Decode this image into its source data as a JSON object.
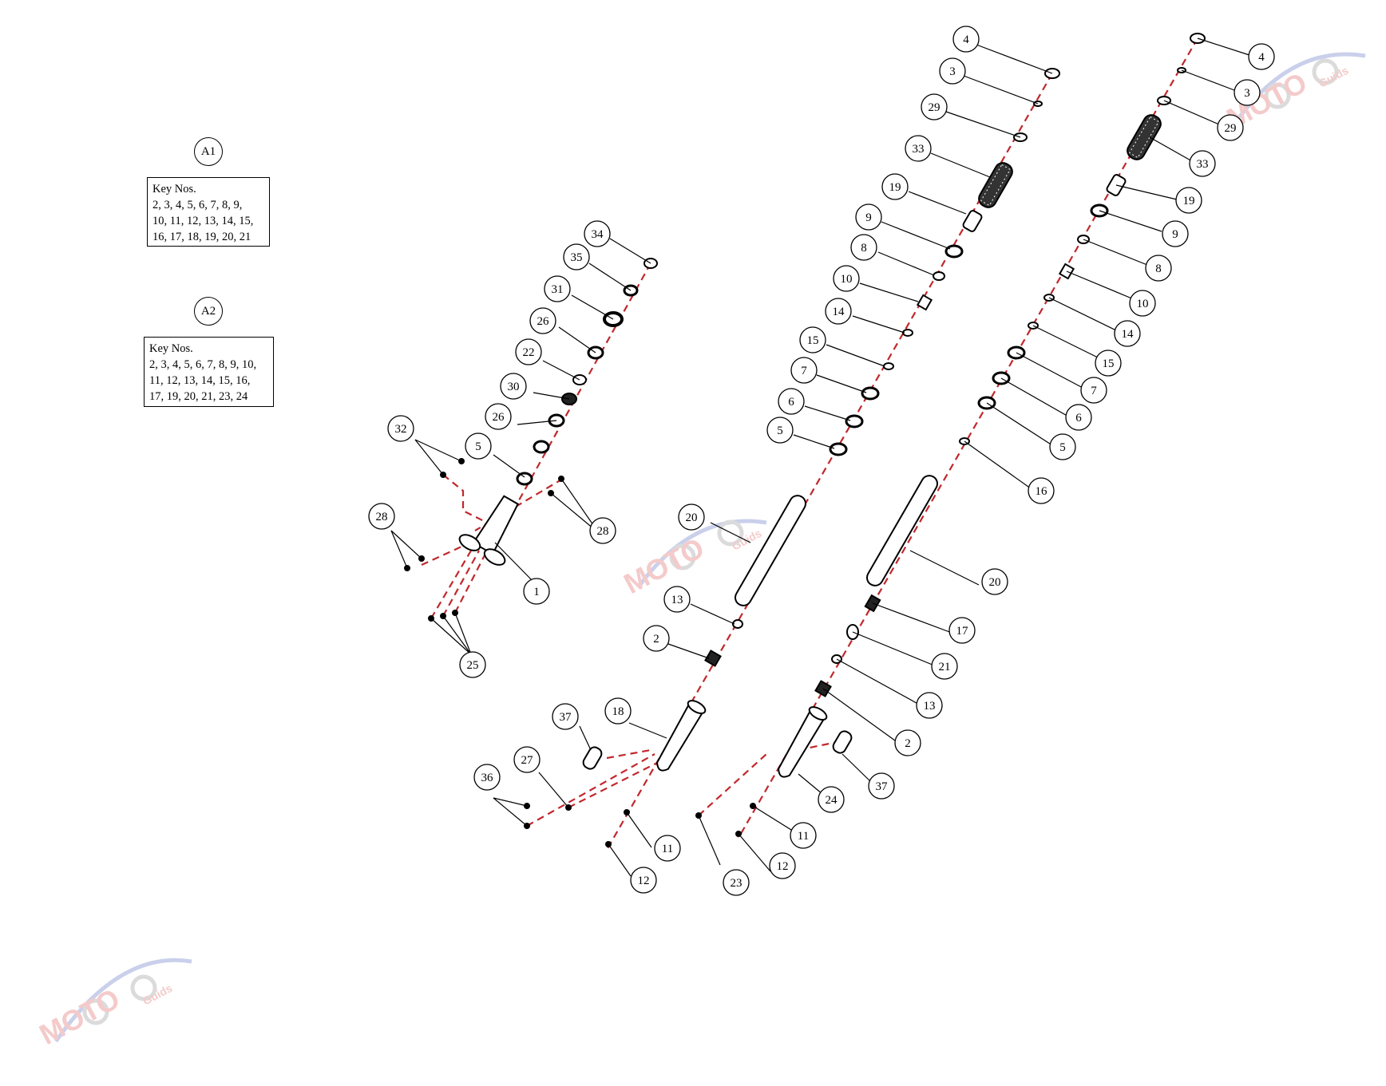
{
  "groups": [
    {
      "id": "A1",
      "label": "A1",
      "key_lines": [
        "Key Nos.",
        "2, 3, 4, 5, 6, 7, 8, 9,",
        "10, 11, 12, 13, 14, 15,",
        "16, 17, 18, 19, 20, 21"
      ]
    },
    {
      "id": "A2",
      "label": "A2",
      "key_lines": [
        "Key Nos.",
        "2, 3, 4, 5, 6, 7, 8, 9, 10,",
        "11, 12, 13, 14, 15, 16,",
        "17, 19, 20, 21, 23, 24"
      ]
    }
  ],
  "callouts": [
    "4",
    "3",
    "29",
    "33",
    "19",
    "9",
    "8",
    "10",
    "14",
    "15",
    "7",
    "6",
    "5",
    "20",
    "13",
    "2",
    "18",
    "37",
    "27",
    "36",
    "11",
    "12",
    "23",
    "24",
    "16",
    "17",
    "21",
    "34",
    "35",
    "31",
    "26",
    "22",
    "30",
    "32",
    "28",
    "1",
    "25"
  ],
  "watermark": {
    "main": "MOTO",
    "sub": "Guids"
  },
  "colors": {
    "line": "#000000",
    "axis": "#c0282d",
    "wm_blue": "#6b7bc7",
    "wm_red": "#e06b6b"
  }
}
